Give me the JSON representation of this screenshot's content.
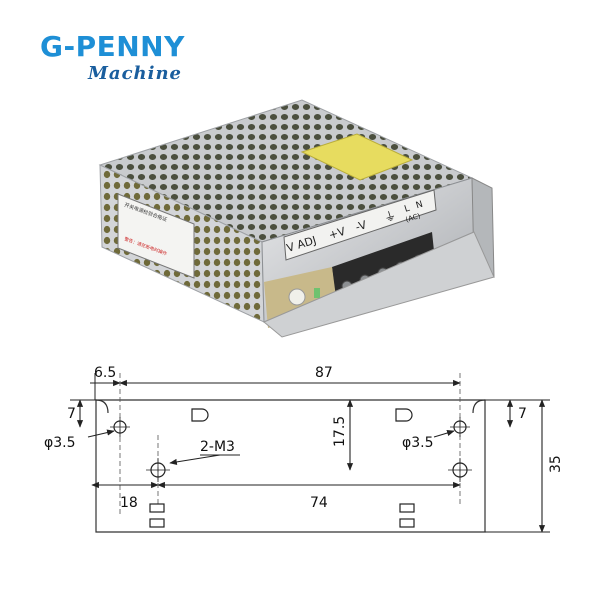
{
  "brand": {
    "name": "G-PENNY",
    "tagline": "Machine",
    "name_color": "#1e8fd6",
    "tagline_color": "#1a5e9e"
  },
  "product": {
    "terminal_labels": [
      "V ADJ",
      "+V",
      "-V",
      "⏚",
      "L",
      "N",
      "(AC)"
    ],
    "caution_label": "开关电源检验合格证",
    "warning_text": "警告：请在断电时操作"
  },
  "drawing": {
    "dimensions": {
      "hole_inset": "6.5",
      "overall_length": "87",
      "hole_offset": "7",
      "hole_diameter_left": "φ3.5",
      "hole_diameter_right": "φ3.5",
      "mount_hole_label": "2-M3",
      "slot_height": "17.5",
      "side_offset": "18",
      "mount_spacing": "74",
      "right_offset": "7",
      "overall_height": "35"
    }
  }
}
